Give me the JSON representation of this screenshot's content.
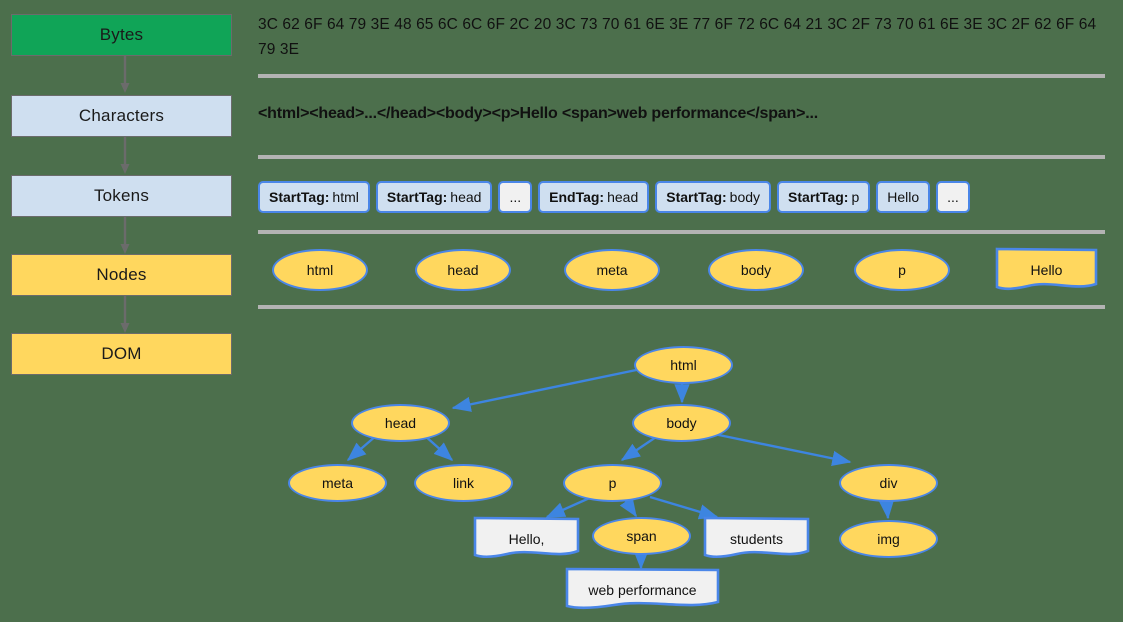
{
  "colors": {
    "background": "#4c6f4c",
    "green": "#10a457",
    "light_blue": "#cfdff0",
    "yellow": "#ffd75e",
    "node_border": "#4a86e8",
    "separator": "#b3b3b3",
    "arrow_gray": "#6b6b6b",
    "text": "#111111"
  },
  "pipeline": {
    "stages": [
      {
        "label": "Bytes",
        "style": "green"
      },
      {
        "label": "Characters",
        "style": "blue"
      },
      {
        "label": "Tokens",
        "style": "blue"
      },
      {
        "label": "Nodes",
        "style": "yellow"
      },
      {
        "label": "DOM",
        "style": "yellow"
      }
    ]
  },
  "bytes": {
    "text": "3C 62 6F 64 79 3E 48 65 6C 6C 6F 2C 20 3C 73 70 61 6E 3E 77 6F 72 6C 64 21 3C 2F 73 70 61 6E 3E 3C 2F 62 6F 64 79 3E"
  },
  "characters": {
    "text": "<html><head>...</head><body><p>Hello <span>web performance</span>..."
  },
  "tokens": {
    "items": [
      {
        "prefix": "StartTag:",
        "value": "html",
        "style": "tag"
      },
      {
        "prefix": "StartTag:",
        "value": "head",
        "style": "tag"
      },
      {
        "prefix": "",
        "value": "...",
        "style": "plain"
      },
      {
        "prefix": "EndTag:",
        "value": "head",
        "style": "tag"
      },
      {
        "prefix": "StartTag:",
        "value": "body",
        "style": "tag"
      },
      {
        "prefix": "StartTag:",
        "value": "p",
        "style": "tag"
      },
      {
        "prefix": "",
        "value": "Hello",
        "style": "tag"
      },
      {
        "prefix": "",
        "value": "...",
        "style": "plain"
      }
    ]
  },
  "nodes": {
    "items": [
      {
        "label": "html",
        "shape": "ellipse"
      },
      {
        "label": "head",
        "shape": "ellipse"
      },
      {
        "label": "meta",
        "shape": "ellipse"
      },
      {
        "label": "body",
        "shape": "ellipse"
      },
      {
        "label": "p",
        "shape": "ellipse"
      },
      {
        "label": "Hello",
        "shape": "document"
      }
    ]
  },
  "dom_tree": {
    "nodes": [
      {
        "id": "html",
        "label": "html",
        "shape": "ellipse"
      },
      {
        "id": "head",
        "label": "head",
        "shape": "ellipse"
      },
      {
        "id": "body",
        "label": "body",
        "shape": "ellipse"
      },
      {
        "id": "meta",
        "label": "meta",
        "shape": "ellipse"
      },
      {
        "id": "link",
        "label": "link",
        "shape": "ellipse"
      },
      {
        "id": "p",
        "label": "p",
        "shape": "ellipse"
      },
      {
        "id": "div",
        "label": "div",
        "shape": "ellipse"
      },
      {
        "id": "hello",
        "label": "Hello,",
        "shape": "document"
      },
      {
        "id": "span",
        "label": "span",
        "shape": "ellipse"
      },
      {
        "id": "students",
        "label": "students",
        "shape": "document"
      },
      {
        "id": "img",
        "label": "img",
        "shape": "ellipse"
      },
      {
        "id": "webperf",
        "label": "web performance",
        "shape": "document"
      }
    ],
    "edges": [
      {
        "from": "html",
        "to": "head"
      },
      {
        "from": "html",
        "to": "body"
      },
      {
        "from": "head",
        "to": "meta"
      },
      {
        "from": "head",
        "to": "link"
      },
      {
        "from": "body",
        "to": "p"
      },
      {
        "from": "body",
        "to": "div"
      },
      {
        "from": "p",
        "to": "hello"
      },
      {
        "from": "p",
        "to": "span"
      },
      {
        "from": "p",
        "to": "students"
      },
      {
        "from": "div",
        "to": "img"
      },
      {
        "from": "span",
        "to": "webperf"
      }
    ]
  }
}
